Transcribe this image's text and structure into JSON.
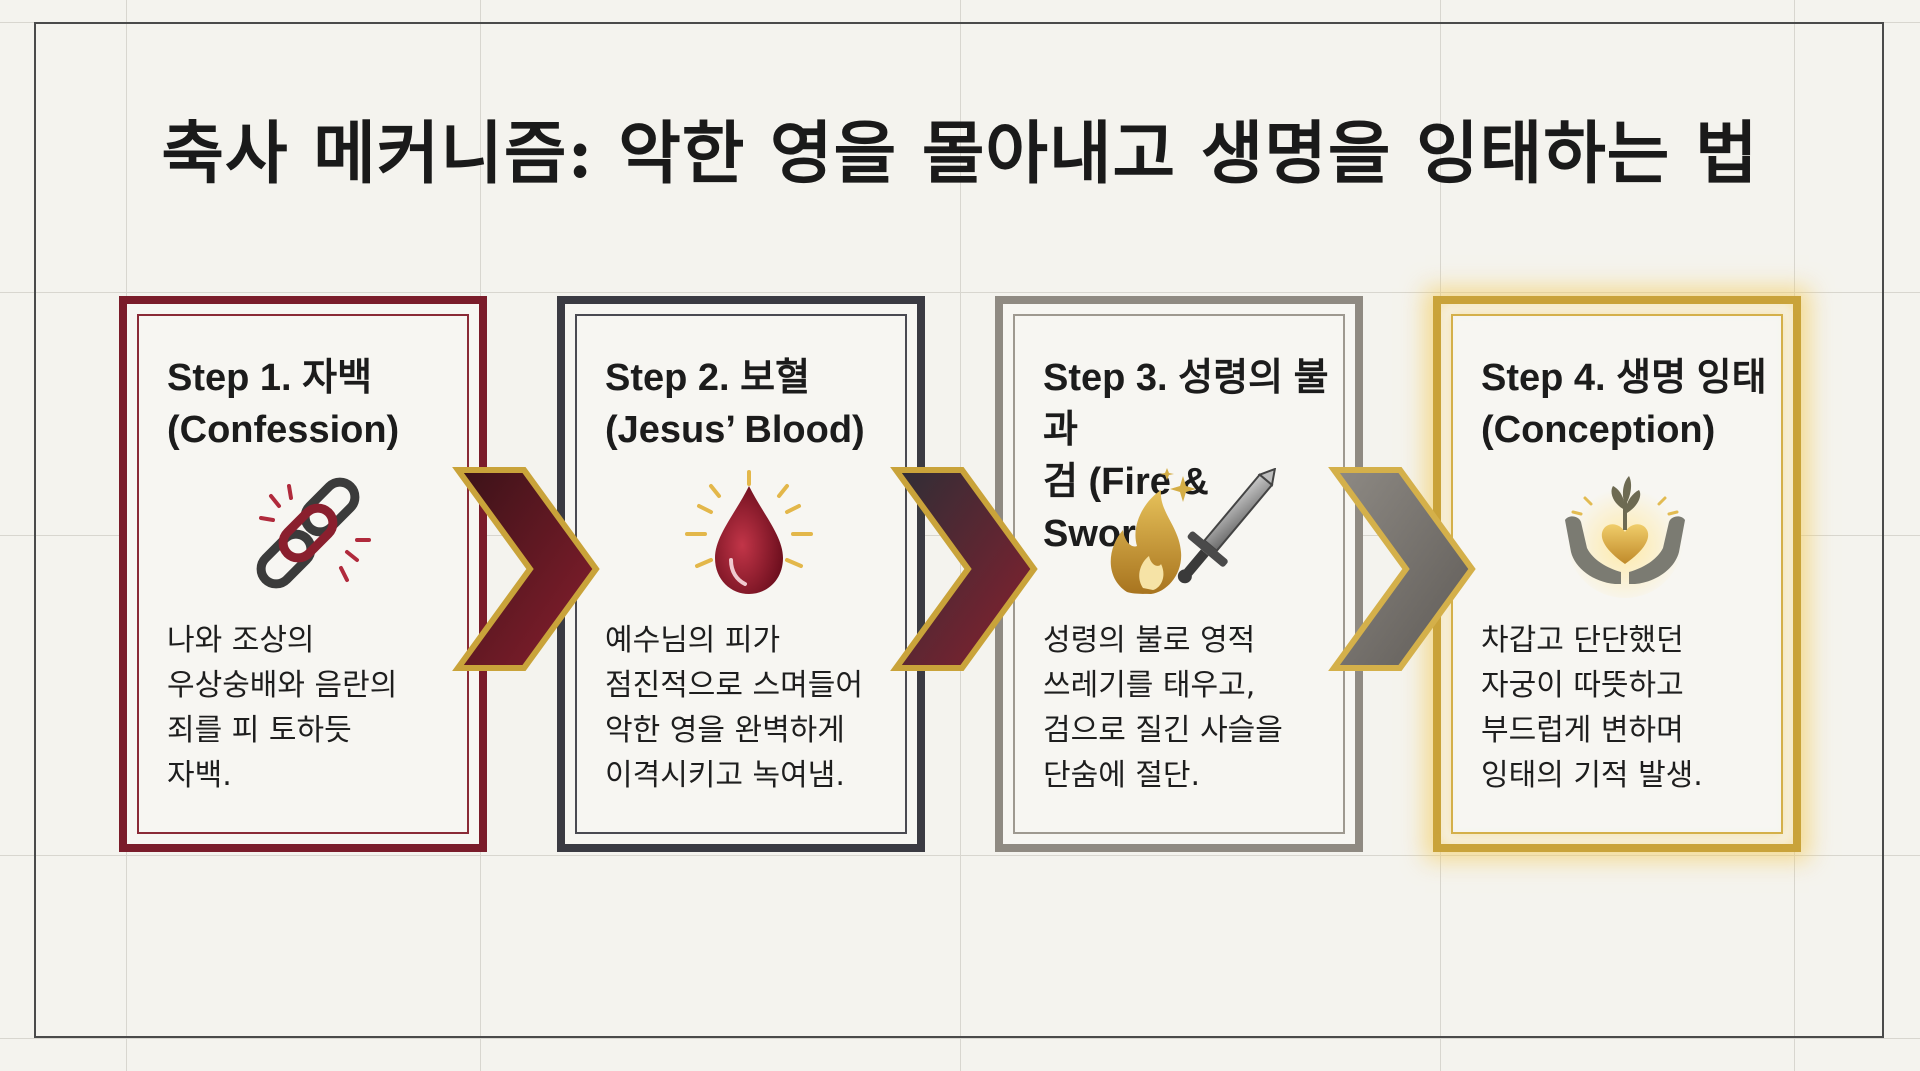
{
  "title": "축사 메커니즘: 악한 영을 몰아내고 생명을 잉태하는 법",
  "steps": [
    {
      "title_line1": "Step 1. 자백",
      "title_line2": "(Confession)",
      "icon": "broken-chain-icon",
      "desc_lines": [
        "나와 조상의",
        "우상숭배와 음란의",
        "죄를 피 토하듯",
        "자백."
      ],
      "color": "#7a1c2a"
    },
    {
      "title_line1": "Step 2. 보혈",
      "title_line2": "(Jesus’ Blood)",
      "icon": "blood-drop-icon",
      "desc_lines": [
        "예수님의 피가",
        "점진적으로 스며들어",
        "악한 영을 완벽하게",
        "이격시키고 녹여냄."
      ],
      "color": "#3a3a42"
    },
    {
      "title_line1": "Step 3. 성령의 불과",
      "title_line2": "검 (Fire & Sword)",
      "icon": "fire-and-sword-icon",
      "desc_lines": [
        "성령의 불로 영적",
        "쓰레기를 태우고,",
        "검으로 질긴 사슬을",
        "단숨에 절단."
      ],
      "color": "#8f8a82"
    },
    {
      "title_line1": "Step 4. 생명 잉태",
      "title_line2": "(Conception)",
      "icon": "hands-heart-sprout-icon",
      "desc_lines": [
        "차갑고 단단했던",
        "자궁이 따뜻하고",
        "부드럽게 변하며",
        "잉태의 기적 발생."
      ],
      "color": "#c9a33a"
    }
  ]
}
